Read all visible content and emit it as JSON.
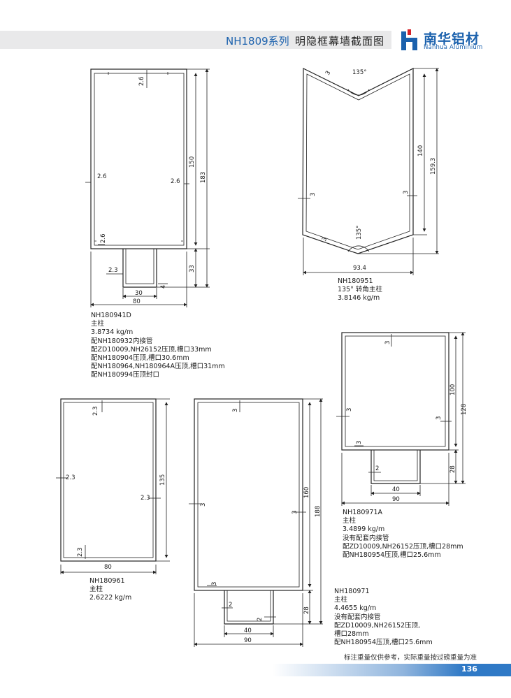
{
  "header": {
    "series": "NH1809系列",
    "title": "明隐框幕墙截面图",
    "logo_cn": "南华铝材",
    "logo_en": "Nanhua Aluminium"
  },
  "profiles": [
    {
      "code": "NH180941D",
      "lines": [
        "NH180941D",
        "主柱",
        "3.8734 kg/m",
        "配NH180932内接管",
        "配ZD10009,NH26152压顶,槽口33mm",
        "配NH180904压顶,槽口30.6mm",
        "配NH180964,NH180964A压顶,槽口31mm",
        "配NH180994压顶封口"
      ],
      "dims": [
        "2.6",
        "150",
        "183",
        "2.6",
        "2.6",
        "2.6",
        "2.3",
        "33",
        "30",
        "4",
        "80"
      ]
    },
    {
      "code": "NH180951",
      "lines": [
        "NH180951",
        "135° 转角主柱",
        "3.8146 kg/m"
      ],
      "dims": [
        "135°",
        "3",
        "140",
        "159.3",
        "3",
        "3",
        "3",
        "135°",
        "93.4"
      ]
    },
    {
      "code": "NH180971A",
      "lines": [
        "NH180971A",
        "主柱",
        "3.4899 kg/m",
        "没有配套内接管",
        "配ZD10009,NH26152压顶,槽口28mm",
        "配NH180954压顶,槽口25.6mm"
      ],
      "dims": [
        "3",
        "100",
        "128",
        "3",
        "3",
        "3",
        "2",
        "28",
        "40",
        "90"
      ]
    },
    {
      "code": "NH180961",
      "lines": [
        "NH180961",
        "主柱",
        "2.6222 kg/m"
      ],
      "dims": [
        "2.3",
        "135",
        "2.3",
        "2.3",
        "2.3",
        "80"
      ]
    },
    {
      "code": "NH180971",
      "lines": [
        "NH180971",
        "主柱",
        "4.4655 kg/m",
        "没有配套内接管",
        "配ZD10009,NH26152压顶,",
        "槽口28mm",
        "配NH180954压顶,槽口25.6mm"
      ],
      "dims": [
        "3",
        "160",
        "188",
        "3",
        "3",
        "3",
        "2",
        "2",
        "28",
        "40",
        "90"
      ]
    }
  ],
  "footer": {
    "note": "标注重量仅供参考，实际重量按过磅重量为准",
    "page": "136"
  },
  "colors": {
    "brand_blue": "#1b61ad",
    "header_gray": "#e9e9ea",
    "page_bar_blue": "#2f79c6"
  }
}
